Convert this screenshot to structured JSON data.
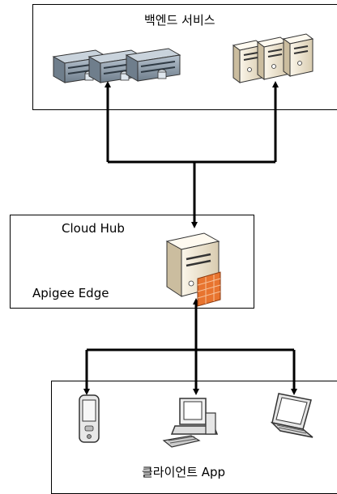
{
  "backend": {
    "title": "백엔드 서비스",
    "rack_servers": [
      "rack-server-icon",
      "rack-server-icon",
      "rack-server-icon"
    ],
    "tower_servers": [
      "tower-server-icon",
      "tower-server-icon",
      "tower-server-icon"
    ]
  },
  "hub": {
    "title": "Cloud Hub",
    "product": "Apigee Edge",
    "server_icon": "server-firewall-icon"
  },
  "clients": {
    "title": "클라이언트 App",
    "devices": [
      "pda-icon",
      "desktop-computer-icon",
      "laptop-icon"
    ]
  },
  "colors": {
    "line": "#000000",
    "rack_server": "#8a98a6",
    "tower_server": "#f3ead8",
    "firewall": "#e8742f"
  }
}
